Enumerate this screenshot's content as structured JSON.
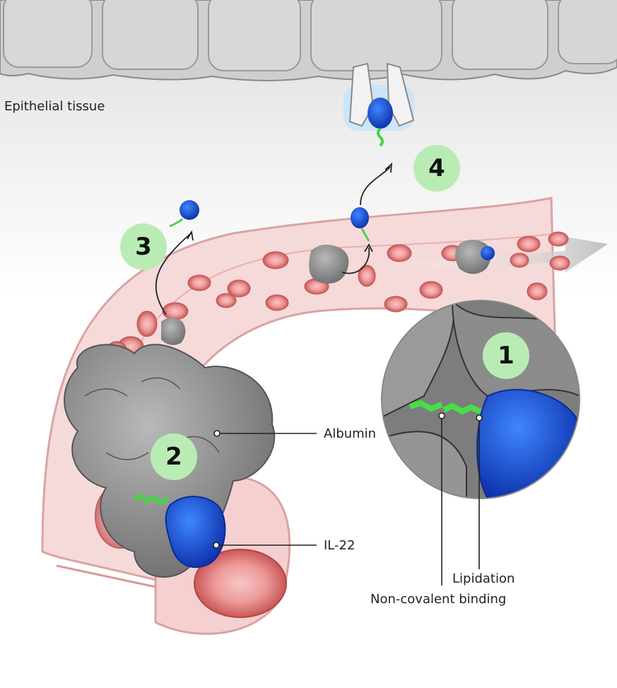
{
  "labels": {
    "tissue": "Epithelial tissue",
    "albumin": "Albumin",
    "il22": "IL-22",
    "lipidation": "Lipidation",
    "noncovalent": "Non-covalent binding"
  },
  "steps": [
    "1",
    "2",
    "3",
    "4"
  ],
  "colors": {
    "step_badge": "#b9ecb4",
    "albumin": "#8a8a8a",
    "il22": "#1646d8",
    "lipid": "#4ad04a",
    "vessel": "#f3c8c8",
    "red_cell": "#e07a7a",
    "tissue": "#d9d9d9"
  }
}
